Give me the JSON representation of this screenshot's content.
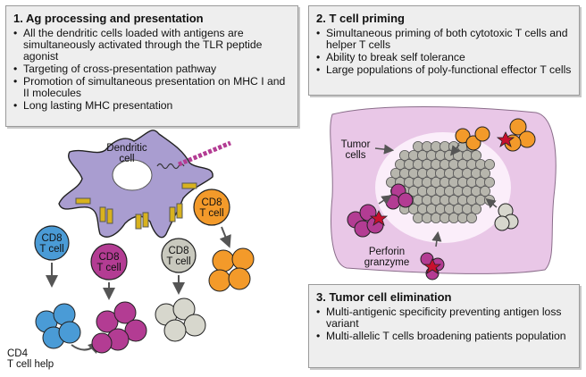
{
  "panel1": {
    "title": "1. Ag processing and presentation",
    "items": [
      "All the dendritic cells  loaded with antigens are simultaneously activated through the TLR peptide agonist",
      "Targeting of cross-presentation pathway",
      "Promotion of simultaneous presentation on MHC I and II molecules",
      "Long lasting MHC presentation"
    ]
  },
  "panel2": {
    "title": "2. T cell priming",
    "items": [
      "Simultaneous priming of both cytotoxic T cells and helper T cells",
      "Ability to break self tolerance",
      "Large populations of poly-functional effector T cells"
    ]
  },
  "panel3": {
    "title": "3. Tumor cell elimination",
    "items": [
      "Multi-antigenic specificity preventing antigen loss variant",
      "Multi-allelic T cells broadening patients population"
    ]
  },
  "labels": {
    "dendritic_line1": "Dendritic",
    "dendritic_line2": "cell",
    "cd8_a_1": "CD8",
    "cd8_a_2": "T cell",
    "cd8_b_1": "CD8",
    "cd8_b_2": "T cell",
    "cd8_c_1": "CD8",
    "cd8_c_2": "T cell",
    "cd8_d_1": "CD8",
    "cd8_d_2": "T cell",
    "cd4_1": "CD4",
    "cd4_2": "T cell help",
    "tumor_1": "Tumor",
    "tumor_2": "cells",
    "perforin_1": "Perforin",
    "perforin_2": "granzyme"
  },
  "colors": {
    "dendritic": "#a99dd0",
    "cd8_blue": "#4a9bd6",
    "cd8_magenta": "#b33c93",
    "cd8_gray": "#c9c9be",
    "cd8_orange": "#f39a2a",
    "tumor_bg": "#e9c7e7",
    "tumor_cell": "#b7b6ad",
    "receptor": "#d8b21e"
  }
}
